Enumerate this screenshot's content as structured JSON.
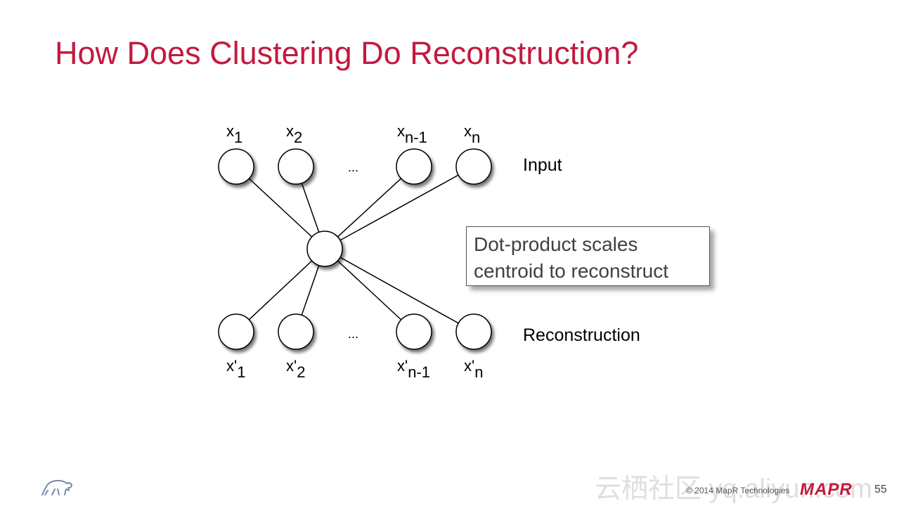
{
  "title": "How Does Clustering Do Reconstruction?",
  "inputs": [
    {
      "base": "x",
      "sub": "1"
    },
    {
      "base": "x",
      "sub": "2"
    },
    {
      "base": "x",
      "sub": "n-1"
    },
    {
      "base": "x",
      "sub": "n"
    }
  ],
  "outputs": [
    {
      "base": "x'",
      "sub": "1"
    },
    {
      "base": "x'",
      "sub": "2"
    },
    {
      "base": "x'",
      "sub": "n-1"
    },
    {
      "base": "x'",
      "sub": "n"
    }
  ],
  "ellipsis": "...",
  "row_labels": {
    "input": "Input",
    "reconstruction": "Reconstruction"
  },
  "callout": {
    "line1": "Dot-product scales",
    "line2": "centroid to reconstruct"
  },
  "footer": {
    "copyright": "© 2014 MapR Technologies",
    "logo": "MAPR",
    "page": "55",
    "watermark": "云栖社区 yq.aliyun.com"
  }
}
